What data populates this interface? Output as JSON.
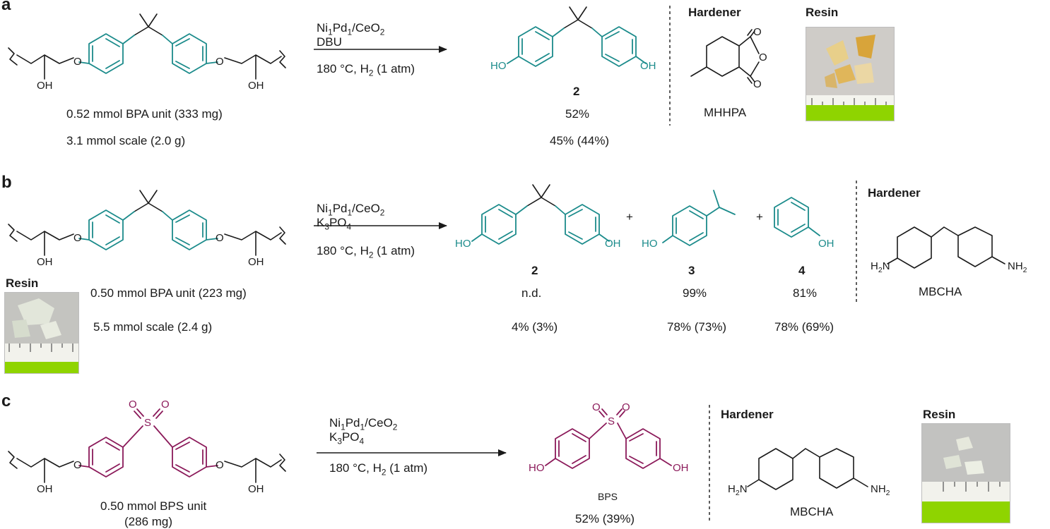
{
  "colors": {
    "teal": "#1b8b8b",
    "plum": "#8b1a5a",
    "ink": "#1a1a1a",
    "ruler_green": "#8fd400"
  },
  "panels": {
    "a": {
      "label": "a",
      "reagents": {
        "catalyst": "Ni1Pd1/CeO2",
        "base": "DBU",
        "conditions": "180 °C, H2 (1 atm)"
      },
      "substrate": {
        "OH_left": "OH",
        "OH_right": "OH",
        "O_left": "O",
        "O_right": "O"
      },
      "product": {
        "compound_number": "2",
        "HO": "HO",
        "OH": "OH"
      },
      "amount_line1": "0.52 mmol BPA unit (333 mg)",
      "amount_line2": "3.1 mmol scale (2.0 g)",
      "yield1": "52%",
      "yield2": "45% (44%)",
      "hardener": {
        "title": "Hardener",
        "name": "MHHPA",
        "O1": "O",
        "O2": "O",
        "O3": "O"
      },
      "resin": {
        "title": "Resin"
      }
    },
    "b": {
      "label": "b",
      "reagents": {
        "catalyst": "Ni1Pd1/CeO2",
        "base": "K3PO4",
        "conditions": "180 °C, H2 (1 atm)"
      },
      "substrate": {
        "OH_left": "OH",
        "OH_right": "OH",
        "O_left": "O",
        "O_right": "O"
      },
      "products": [
        {
          "compound_number": "2",
          "yield1": "n.d.",
          "yield2": "4% (3%)"
        },
        {
          "compound_number": "3",
          "yield1": "99%",
          "yield2": "78% (73%)"
        },
        {
          "compound_number": "4",
          "yield1": "81%",
          "yield2": "78% (69%)"
        }
      ],
      "atoms": {
        "HO2a": "HO",
        "OH2b": "OH",
        "HO3": "HO",
        "OH4": "OH",
        "plus": "+"
      },
      "amount_line1": "0.50 mmol BPA unit (223 mg)",
      "amount_line2": "5.5 mmol scale (2.4 g)",
      "hardener": {
        "title": "Hardener",
        "name": "MBCHA",
        "H2N": "H2N",
        "NH2": "NH2"
      },
      "resin": {
        "title": "Resin"
      }
    },
    "c": {
      "label": "c",
      "reagents": {
        "catalyst": "Ni1Pd1/CeO2",
        "base": "K3PO4",
        "conditions": "180 °C, H2 (1 atm)"
      },
      "substrate": {
        "OH_left": "OH",
        "OH_right": "OH",
        "O_left": "O",
        "O_right": "O",
        "S": "S",
        "SO1": "O",
        "SO2": "O"
      },
      "product": {
        "name": "BPS",
        "HO": "HO",
        "OH": "OH",
        "S": "S",
        "SO1": "O",
        "SO2": "O",
        "yield": "52% (39%)"
      },
      "amount_line1": "0.50 mmol BPS unit",
      "amount_line2": "(286 mg)",
      "hardener": {
        "title": "Hardener",
        "name": "MBCHA",
        "H2N": "H2N",
        "NH2": "NH2"
      },
      "resin": {
        "title": "Resin"
      }
    }
  }
}
